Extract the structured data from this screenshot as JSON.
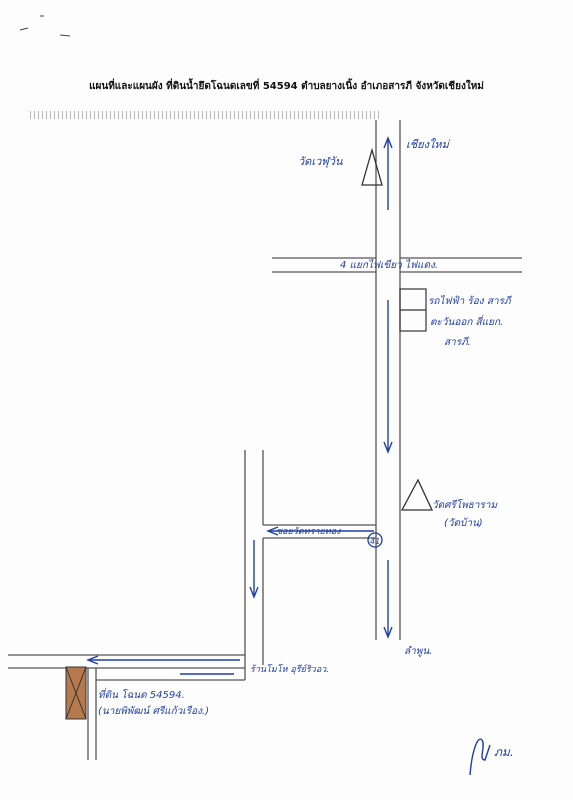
{
  "document": {
    "title": "แผนที่และแผนผัง ที่ดินน้ำยึดโฉนดเลขที่ 54594 ตำบลยางเนิ้ง อำเภอสารภี จังหวัดเชียงใหม่"
  },
  "map": {
    "labels": {
      "temple_top": "วัดเวฬุวัน",
      "to_chiangmai": "เชียงใหม่",
      "intersection": "4 แยกไฟเขียว ไฟแดง.",
      "gas_station_1": "รถไฟฟ้า ร้อง สารภี",
      "gas_station_2": "ตะวันออก สี่แยก.",
      "gas_station_3": "สารภี.",
      "temple_bottom_1": "วัดศรีโพธาราม",
      "temple_bottom_2": "(วัดบ้าน)",
      "soi": "ซอยวัดทรายทอง",
      "route_no": "41",
      "to_lamphun": "ลำพูน.",
      "shop": "ร้านโมโห อุรีย์ริวอว.",
      "plot_1": "ที่ดิน โฉนด 54594.",
      "plot_2": "(นายพิพัฒน์ ศรีแก้วเรือง.)",
      "signature": "ภม."
    }
  },
  "colors": {
    "ink": "#1f3fa8",
    "road_line": "#555555",
    "plot_fill": "#b5794d"
  }
}
